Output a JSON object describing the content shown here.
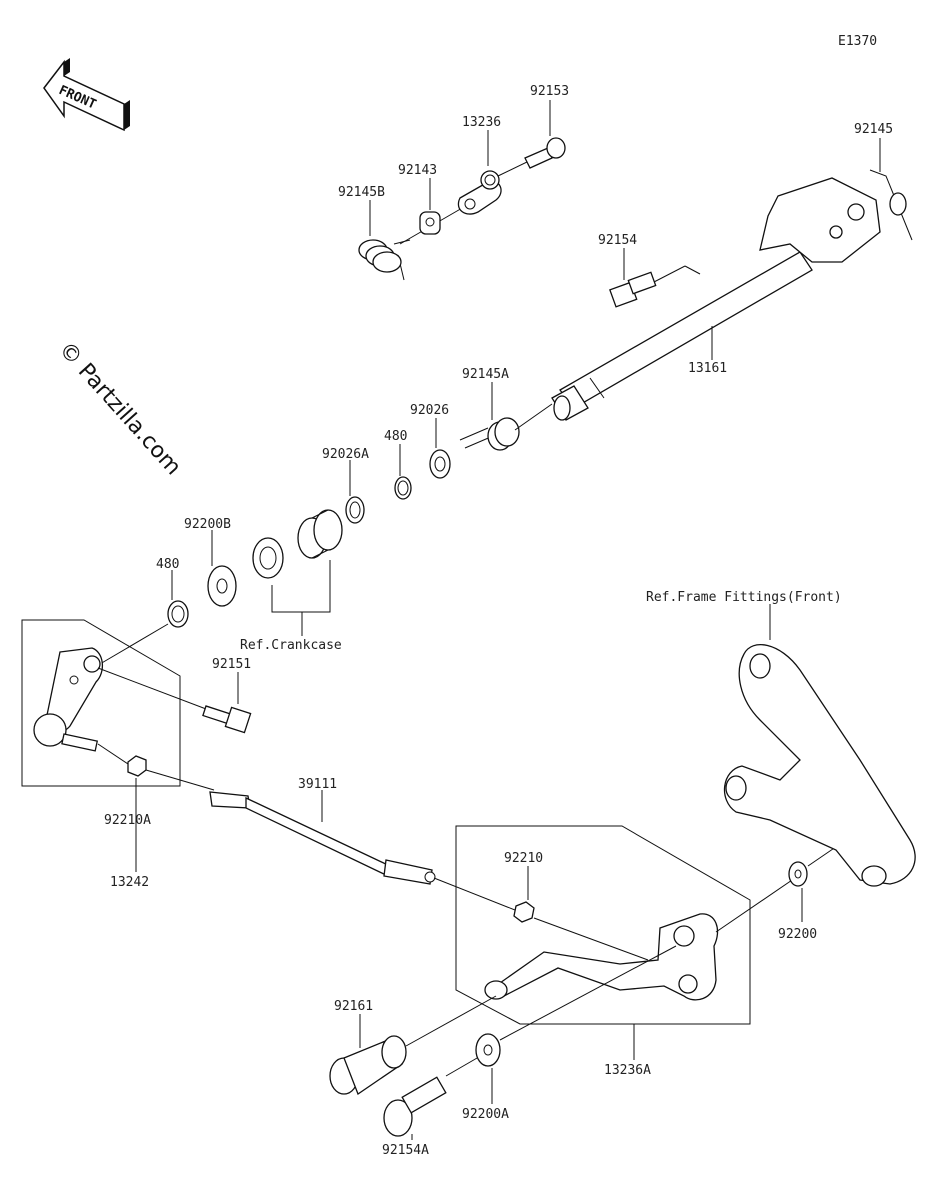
{
  "diagram_code": "E1370",
  "front_arrow_label": "FRONT",
  "watermark": "© Partzilla.com",
  "parts": {
    "p92153": "92153",
    "p13236": "13236",
    "p92145": "92145",
    "p92143": "92143",
    "p92145B": "92145B",
    "p92154": "92154",
    "p13161": "13161",
    "p92145A": "92145A",
    "p92026": "92026",
    "p480_top": "480",
    "p92026A": "92026A",
    "p92200B": "92200B",
    "p480_left": "480",
    "p92151": "92151",
    "p92210A": "92210A",
    "p13242": "13242",
    "p39111": "39111",
    "p92210": "92210",
    "p92200": "92200",
    "p92161": "92161",
    "p13236A": "13236A",
    "p92200A": "92200A",
    "p92154A": "92154A"
  },
  "refs": {
    "crankcase": "Ref.Crankcase",
    "frame_fittings": "Ref.Frame Fittings(Front)"
  }
}
